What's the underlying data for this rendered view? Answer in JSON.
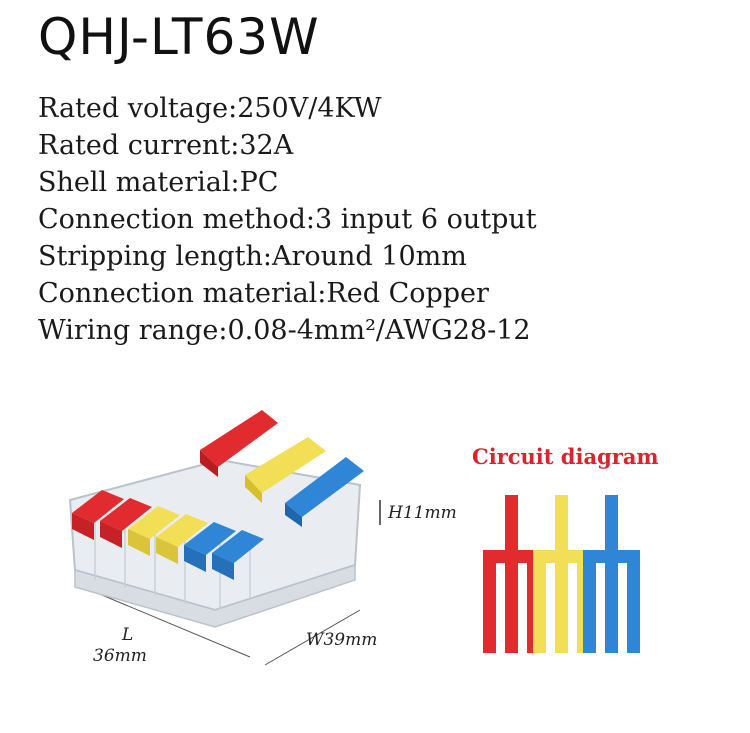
{
  "title": "QHJ-LT63W",
  "specs": [
    "Rated voltage:250V/4KW",
    "Rated current:32A",
    "Shell material:PC",
    "Connection method:3 input 6 output",
    "Stripping length:Around 10mm",
    "Connection material:Red Copper",
    "Wiring range:0.08-4mm²/AWG28-12"
  ],
  "dimensions": {
    "height": "H11mm",
    "width": "W39mm",
    "length_label": "L",
    "length_value": "36mm"
  },
  "diagram": {
    "title": "Circuit diagram",
    "colors": [
      "#e12b2e",
      "#f3df55",
      "#2f86d6"
    ]
  },
  "product": {
    "lever_colors": [
      "#e12b2e",
      "#f3df55",
      "#2f86d6"
    ]
  }
}
